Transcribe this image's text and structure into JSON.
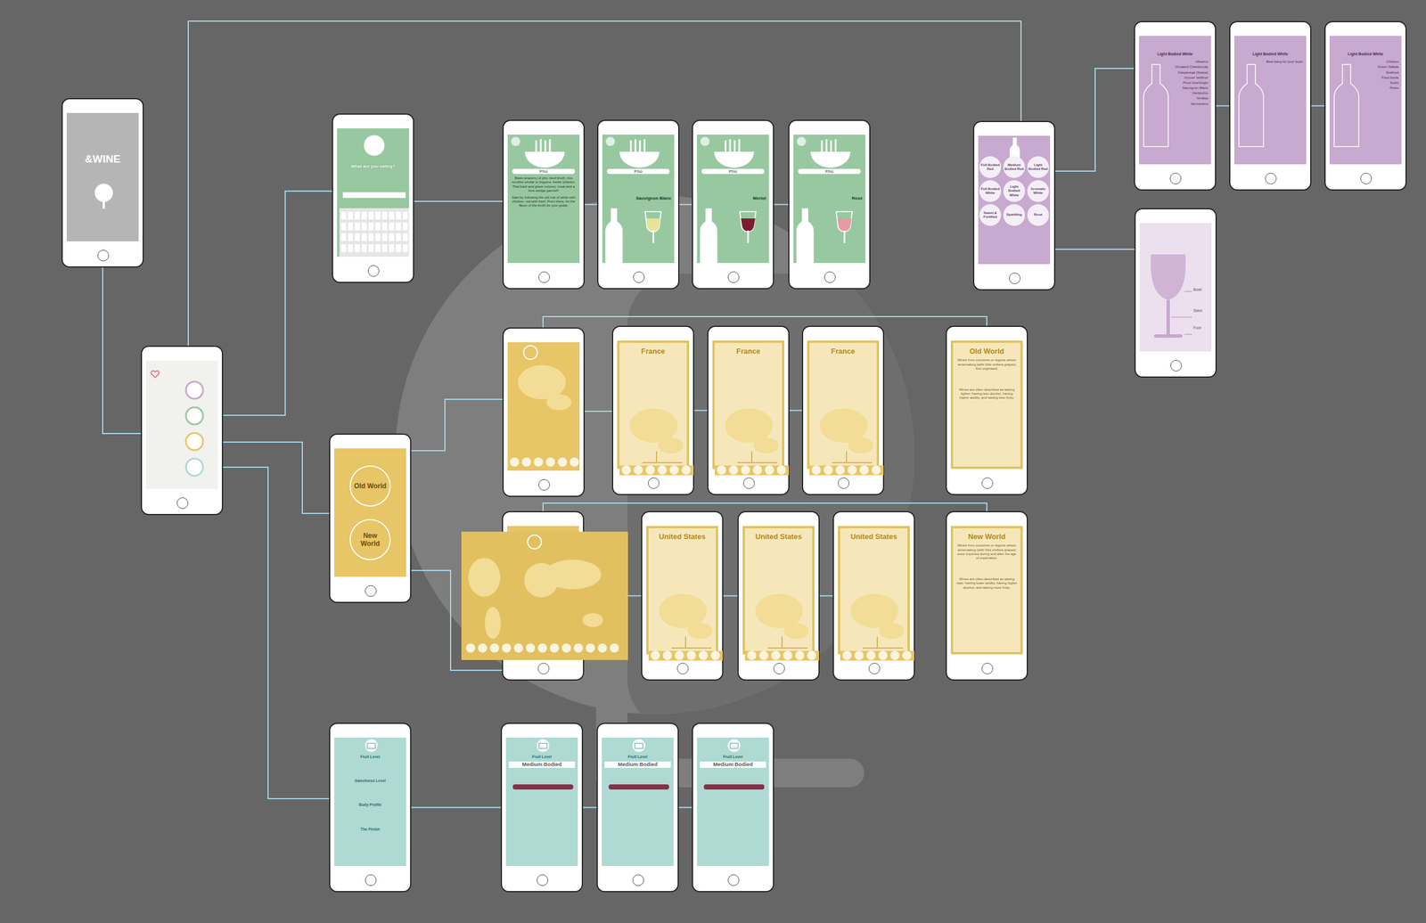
{
  "diagram": {
    "nodes": [
      {
        "text": [
          "&WINE"
        ]
      },
      {
        "text": []
      },
      {
        "text": [
          "What are you eating?"
        ]
      },
      {
        "text": [
          "Pho",
          "Basic anatomy of pho: beef broth, rice noodles similar to linguine, herbs (cilantro, Thai basil and green onions), meat and a lime wedge garnish!",
          "Start by following the old rule of white with chicken, red with beef. From there, let the flavor of the broth be your guide."
        ]
      },
      {
        "text": [
          "Pho",
          "Sauvignon Blanc"
        ]
      },
      {
        "text": [
          "Pho",
          "Merlot"
        ]
      },
      {
        "text": [
          "Pho",
          "Rosé"
        ]
      },
      {
        "text": [
          "Full Bodied Red",
          "Medium Bodied Red",
          "Light Bodied Red",
          "Full Bodied White",
          "Light Bodied White",
          "Aromatic White",
          "Sweet & Fortified",
          "Sparkling",
          "Rosé"
        ]
      },
      {
        "text": [
          "Light Bodied White",
          "Albarino",
          "Unoaked Chardonnay",
          "Garganega (Soave)",
          "Gruner Veltliner",
          "Pinot Gris/Grigio",
          "Sauvignon Blanc",
          "Verdicchio",
          "Verdejo",
          "Vermentino"
        ]
      },
      {
        "text": [
          "Light Bodied White",
          "Best bang for your buck:"
        ]
      },
      {
        "text": [
          "Light Bodied White",
          "Chicken",
          "Green Salads",
          "Seafood",
          "Fried foods",
          "Sushi",
          "Pesto"
        ]
      },
      {
        "text": [
          "Bowl",
          "Stem",
          "Foot"
        ]
      },
      {
        "text": [
          "Old World",
          "New World"
        ]
      },
      {
        "text": []
      },
      {
        "text": [
          "France"
        ]
      },
      {
        "text": [
          "France"
        ]
      },
      {
        "text": [
          "France"
        ]
      },
      {
        "text": [
          "Old World",
          "Wines from countries or regions where winemaking (with Vitis vinifera grapes) first originated.",
          "Wines are often described as tasting lighter, having less alcohol, having higher acidity, and tasting less fruity."
        ]
      },
      {
        "text": []
      },
      {
        "text": [
          "United States"
        ]
      },
      {
        "text": [
          "United States"
        ]
      },
      {
        "text": [
          "United States"
        ]
      },
      {
        "text": [
          "New World",
          "Wines from countries or regions where winemaking (with Vitis vinifera grapes) were imported during and after the age of exploration.",
          "Wines are often described as tasting riper, having lower acidity, having higher alcohol, and tasting more fruity."
        ]
      },
      {
        "text": [
          "Fruit Level",
          "Sweetness Level",
          "Body Profile",
          "The Finish"
        ]
      },
      {
        "text": [
          "Fruit Level",
          "Medium Bodied"
        ]
      },
      {
        "text": [
          "Fruit Level",
          "Medium Bodied"
        ]
      },
      {
        "text": [
          "Fruit Level",
          "Medium Bodied"
        ]
      }
    ],
    "edges": [
      {
        "from": 0,
        "to": 1,
        "arrow": "none"
      },
      {
        "from": 1,
        "to": 2,
        "arrow": "none"
      },
      {
        "from": 1,
        "to": 7,
        "arrow": "none"
      },
      {
        "from": 1,
        "to": 12,
        "arrow": "none"
      },
      {
        "from": 1,
        "to": 23,
        "arrow": "none"
      },
      {
        "from": 2,
        "to": 3,
        "arrow": "none"
      },
      {
        "from": 3,
        "to": 4,
        "arrow": "none"
      },
      {
        "from": 4,
        "to": 5,
        "arrow": "none"
      },
      {
        "from": 5,
        "to": 6,
        "arrow": "none"
      },
      {
        "from": 7,
        "to": 8,
        "arrow": "none"
      },
      {
        "from": 7,
        "to": 11,
        "arrow": "none"
      },
      {
        "from": 8,
        "to": 9,
        "arrow": "none"
      },
      {
        "from": 9,
        "to": 10,
        "arrow": "none"
      },
      {
        "from": 12,
        "to": 13,
        "arrow": "none"
      },
      {
        "from": 12,
        "to": 18,
        "arrow": "none"
      },
      {
        "from": 13,
        "to": 14,
        "arrow": "none"
      },
      {
        "from": 14,
        "to": 15,
        "arrow": "none"
      },
      {
        "from": 15,
        "to": 16,
        "arrow": "none"
      },
      {
        "from": 13,
        "to": 17,
        "arrow": "none"
      },
      {
        "from": 18,
        "to": 19,
        "arrow": "none"
      },
      {
        "from": 19,
        "to": 20,
        "arrow": "none"
      },
      {
        "from": 20,
        "to": 21,
        "arrow": "none"
      },
      {
        "from": 18,
        "to": 22,
        "arrow": "none"
      },
      {
        "from": 23,
        "to": 24,
        "arrow": "none"
      },
      {
        "from": 24,
        "to": 25,
        "arrow": "none"
      },
      {
        "from": 25,
        "to": 26,
        "arrow": "none"
      }
    ]
  }
}
